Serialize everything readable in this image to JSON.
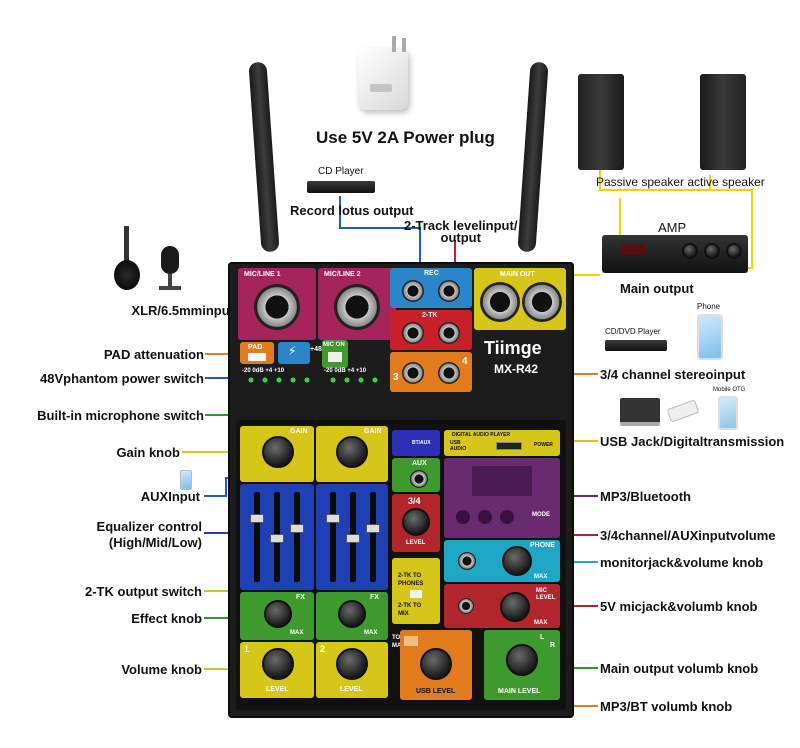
{
  "colors": {
    "magenta": "#a5245c",
    "orange": "#e17b1d",
    "blue": "#2a86c8",
    "yellow": "#d7c61a",
    "green": "#3e9a2c",
    "red": "#b3252c",
    "purple": "#6a2a72",
    "cyan": "#1ea7c4",
    "deep_blue": "#1f3fb5",
    "line_yellow": "#f0d400",
    "line_blue": "#1d5fb8",
    "line_magenta": "#a5245c",
    "line_green": "#2f9a2a"
  },
  "top": {
    "power_plug": "Use 5V 2A Power plug",
    "cd_player": "CD Player",
    "record_output": "Record lotus output",
    "two_track_io": "2-Track levelinput/\noutput",
    "speakers": "Passive speaker active speaker",
    "amp": "AMP",
    "main_output": "Main output",
    "phone": "Phone",
    "cd_dvd_player": "CD/DVD Player",
    "mobile_otg": "Mobile OTG"
  },
  "left_labels": [
    "XLR/6.5mminput",
    "PAD attenuation",
    "48Vphantom power switch",
    "Built-in microphone switch",
    "Gain knob",
    "AUXInput",
    "Equalizer control\n(High/Mid/Low)",
    "2-TK output switch",
    "Effect knob",
    "Volume knob"
  ],
  "right_labels": [
    "3/4 channel stereoinput",
    "USB Jack/Digitaltransmission",
    "MP3/Bluetooth",
    "3/4channel/AUXinputvolume",
    "monitorjack&volume knob",
    "5V micjack&volumb knob",
    "Main output volumb knob",
    "MP3/BT volumb knob"
  ],
  "mixer": {
    "brand": "Tiimge",
    "model": "MX-R42",
    "mic_line_1": "MIC/LINE 1",
    "mic_line_2": "MIC/LINE 2",
    "rec": "REC",
    "main_out": "MAIN OUT",
    "two_tk": "2-TK",
    "pad": "PAD",
    "plus48v": "+48V",
    "mic_on": "MIC ON",
    "meter": "-20  0dB  +4  +10",
    "gain": "GAIN",
    "aux": "AUX",
    "ch34": "3/4",
    "level": "LEVEL",
    "digital_player": "DIGITAL AUDIO PLAYER",
    "usb_audio": "USB\nAUDIO",
    "power": "POWER",
    "mode": "MODE",
    "phone": "PHONE",
    "mic_level": "MIC\nLEVEL",
    "max": "MAX",
    "fx": "FX",
    "two_tk_phones": "2-TK TO\nPHONES",
    "two_tk_mix": "2-TK TO\nMIX",
    "to_main": "TO\nMAIN",
    "usb_level": "USB LEVEL",
    "main_level": "MAIN LEVEL",
    "ch1": "1",
    "ch2": "2",
    "l": "L",
    "r": "R",
    "three": "3",
    "four": "4",
    "bt_aux": "BT/AUX",
    "usb_label": "USB"
  }
}
